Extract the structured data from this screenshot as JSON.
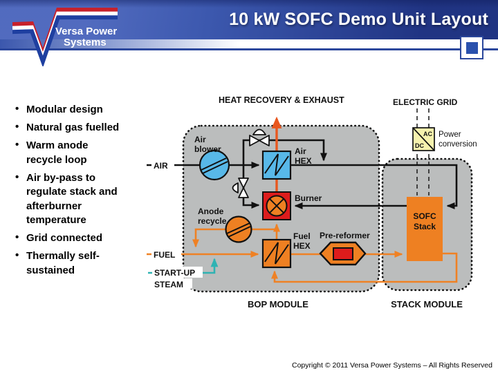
{
  "slide": {
    "title": "10 kW SOFC Demo Unit Layout"
  },
  "logo": {
    "name_line1": "Versa Power",
    "name_line2": "Systems"
  },
  "bullets": [
    {
      "lines": [
        "Modular design"
      ]
    },
    {
      "lines": [
        "Natural gas fuelled"
      ]
    },
    {
      "lines": [
        "Warm anode",
        "recycle loop"
      ]
    },
    {
      "lines": [
        "Air by-pass to",
        "regulate stack and",
        "afterburner",
        "temperature"
      ]
    },
    {
      "lines": [
        "Grid connected"
      ]
    },
    {
      "lines": [
        "Thermally self-",
        "sustained"
      ]
    }
  ],
  "diagram": {
    "external_labels": {
      "heat_recovery": "HEAT RECOVERY & EXHAUST",
      "electric_grid": "ELECTRIC GRID"
    },
    "modules": {
      "bop_label": "BOP MODULE",
      "stack_label": "STACK MODULE"
    },
    "components": {
      "air_blower": {
        "lines": [
          "Air",
          "blower"
        ]
      },
      "air_hex": {
        "lines": [
          "Air",
          "HEX"
        ]
      },
      "burner_label": "Burner",
      "anode_recycle": {
        "lines": [
          "Anode",
          "recycle"
        ]
      },
      "fuel_hex": {
        "lines": [
          "Fuel",
          "HEX"
        ]
      },
      "pre_reformer_label": "Pre-reformer",
      "sofc_stack": {
        "lines": [
          "SOFC",
          "Stack"
        ]
      },
      "power_conversion": {
        "lines": [
          "Power",
          "conversion"
        ],
        "ac": "AC",
        "dc": "DC"
      }
    },
    "streams": {
      "air": "AIR",
      "fuel": "FUEL",
      "startup_steam": {
        "lines": [
          "START-UP",
          "STEAM"
        ]
      }
    },
    "colors": {
      "header_blue": "#3c58ae",
      "header_navy": "#1b3694",
      "accent_line": "#2b479c",
      "module_gray": "#bbbdbd",
      "component_blue": "#58b8e8",
      "component_orange": "#ee8022",
      "burner_red": "#dd1c1c",
      "power_yellow": "#f6f2ae",
      "line_orange": "#ef8124",
      "exhaust_orange": "#e8571f",
      "steam_teal": "#2fb3b3"
    }
  },
  "footer": {
    "copyright": "Copyright © 2011 Versa Power Systems – All Rights Reserved"
  }
}
